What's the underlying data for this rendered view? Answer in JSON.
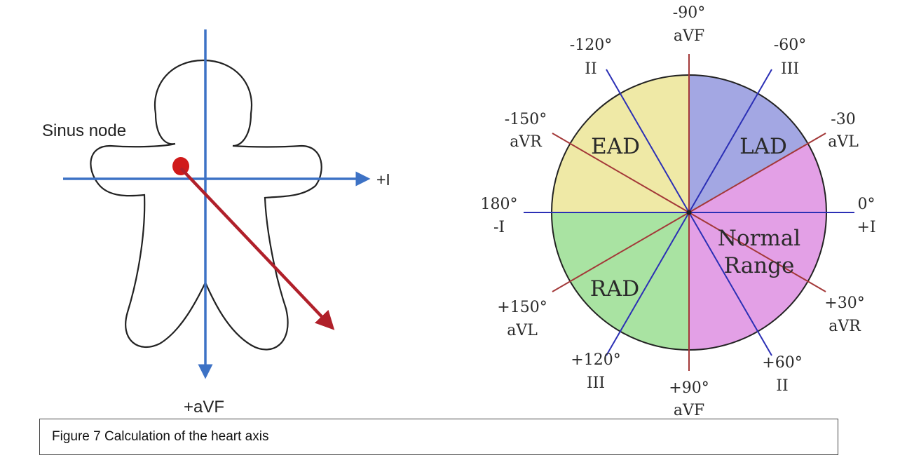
{
  "colors": {
    "ead_fill": "#EFE9A6",
    "lad_fill": "#A3A7E3",
    "normal_fill": "#E3A0E6",
    "rad_fill": "#A9E3A2",
    "axis_blue": "#3D72C5",
    "lead_blue": "#2B2FB5",
    "lead_red": "#A33838",
    "vector_red": "#B0202A",
    "outline": "#222222"
  },
  "left_figure": {
    "sinus_node_label": "Sinus node",
    "lead_I_label": "+I",
    "aVF_label": "+aVF"
  },
  "hexaxial": {
    "regions": {
      "ead": "EAD",
      "lad": "LAD",
      "normal_line1": "Normal",
      "normal_line2": "Range",
      "rad": "RAD"
    },
    "angles": {
      "minus90": {
        "deg": "-90°",
        "lead": "aVF"
      },
      "minus120": {
        "deg": "-120°",
        "lead": "II"
      },
      "minus60": {
        "deg": "-60°",
        "lead": "III"
      },
      "minus150": {
        "deg": "-150°",
        "lead": "aVR"
      },
      "minus30": {
        "deg": "-30",
        "lead": "aVL"
      },
      "deg180": {
        "deg": "180°",
        "lead": "-I"
      },
      "deg0": {
        "deg": "0°",
        "lead": "+I"
      },
      "plus150": {
        "deg": "+150°",
        "lead": "aVL"
      },
      "plus30": {
        "deg": "+30°",
        "lead": "aVR"
      },
      "plus120": {
        "deg": "+120°",
        "lead": "III"
      },
      "plus60": {
        "deg": "+60°",
        "lead": "II"
      },
      "plus90": {
        "deg": "+90°",
        "lead": "aVF"
      }
    }
  },
  "caption": "Figure 7 Calculation of the heart axis"
}
